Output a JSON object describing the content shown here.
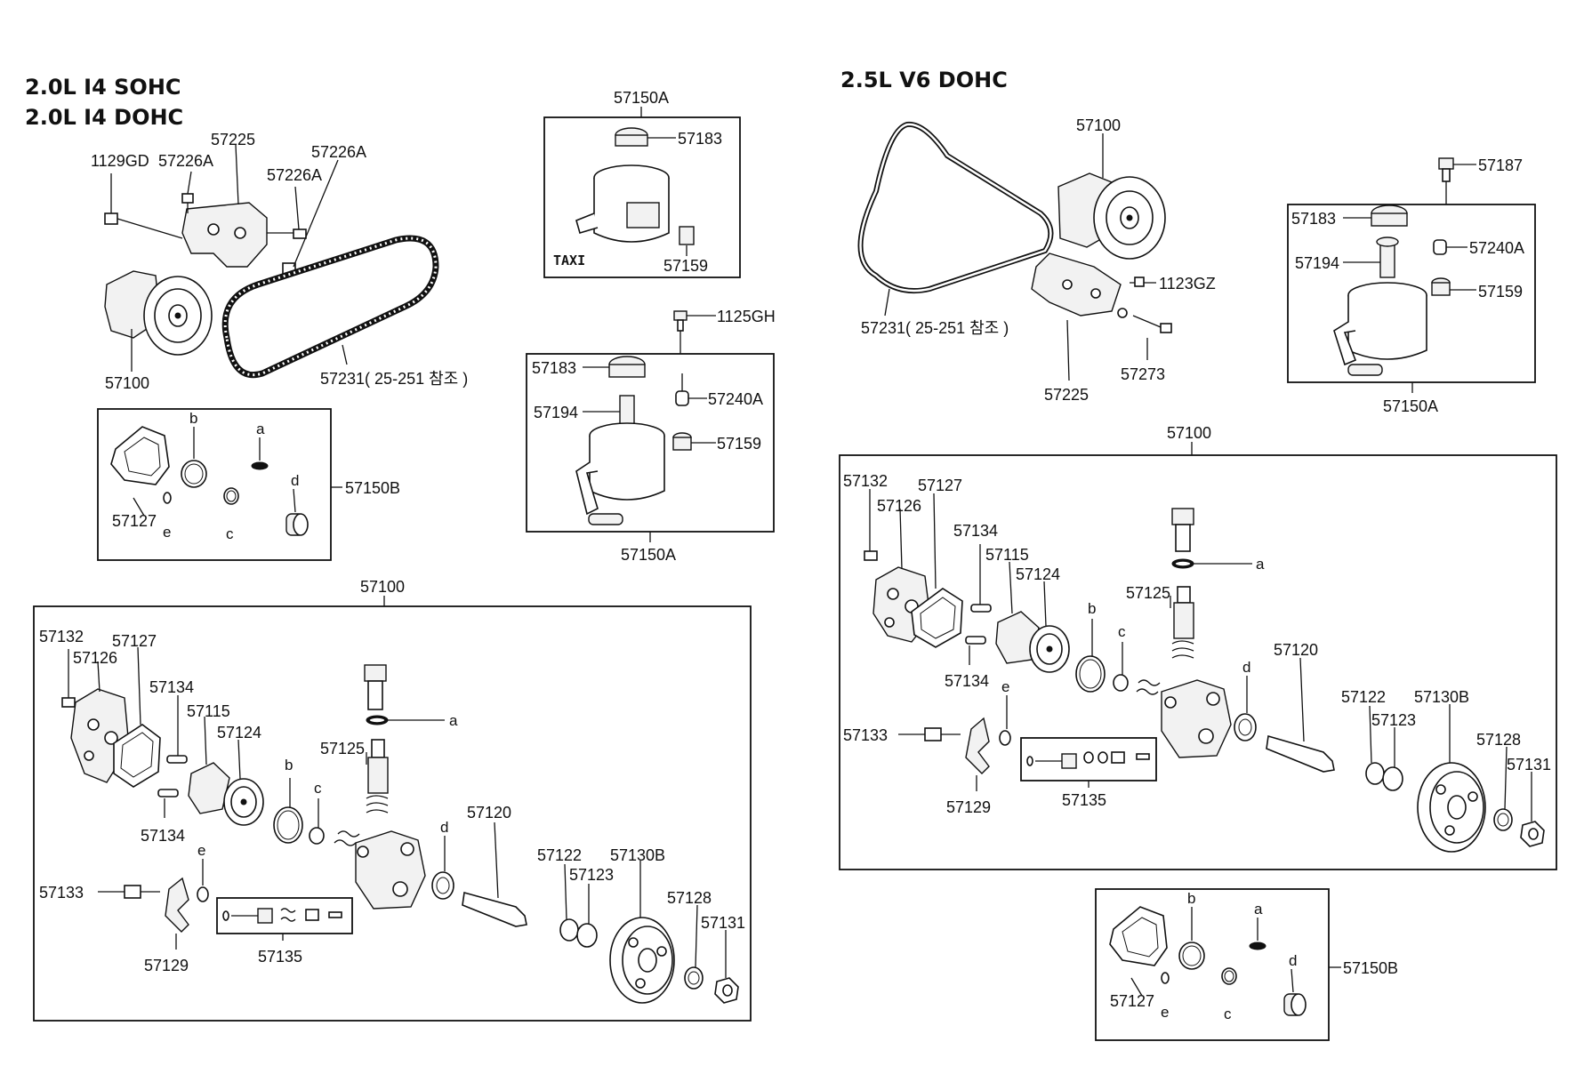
{
  "engines": {
    "left_line1": "2.0L  I4  SOHC",
    "left_line2": "2.0L  I4  DOHC",
    "right": "2.5L  V6  DOHC"
  },
  "tl_labels": {
    "l1129gd": "1129GD",
    "l57226a_1": "57226A",
    "l57225": "57225",
    "l57226a_2": "57226A",
    "l57226a_3": "57226A",
    "l57100": "57100",
    "l57231": "57231( 25-251 참조 )"
  },
  "box_57150b_left": {
    "box_label": "57150B",
    "p57127": "57127",
    "b": "b",
    "a": "a",
    "c": "c",
    "d": "d",
    "e": "e"
  },
  "taxi_box": {
    "title": "57150A",
    "p57183": "57183",
    "p57159": "57159",
    "taxi": "TAXI"
  },
  "reservoir_left": {
    "p1125gh": "1125GH",
    "p57183": "57183",
    "p57194": "57194",
    "p57240a": "57240A",
    "p57159": "57159",
    "box_label": "57150A"
  },
  "pump_left": {
    "title": "57100",
    "p57132": "57132",
    "p57127": "57127",
    "p57126": "57126",
    "p57134a": "57134",
    "p57115": "57115",
    "p57124": "57124",
    "a": "a",
    "b": "b",
    "c": "c",
    "p57125": "57125",
    "p57134b": "57134",
    "e": "e",
    "d": "d",
    "p57120": "57120",
    "p57133": "57133",
    "p57122": "57122",
    "p57130b": "57130B",
    "p57123": "57123",
    "p57128": "57128",
    "p57131": "57131",
    "p57129": "57129",
    "p57135": "57135"
  },
  "tr_labels": {
    "p57100": "57100",
    "p1123gz": "1123GZ",
    "p57231": "57231( 25-251 참조 )",
    "p57225": "57225",
    "p57273": "57273"
  },
  "reservoir_right": {
    "p57187": "57187",
    "p57183": "57183",
    "p57240a": "57240A",
    "p57194": "57194",
    "p57159": "57159",
    "box_label": "57150A"
  },
  "pump_right": {
    "title": "57100",
    "p57132": "57132",
    "p57127": "57127",
    "p57126": "57126",
    "p57134a": "57134",
    "p57115": "57115",
    "p57124": "57124",
    "a": "a",
    "p57125": "57125",
    "b": "b",
    "c": "c",
    "p57120": "57120",
    "d": "d",
    "p57134b": "57134",
    "e": "e",
    "p57122": "57122",
    "p57130b": "57130B",
    "p57123": "57123",
    "p57133": "57133",
    "p57128": "57128",
    "p57131": "57131",
    "p57129": "57129",
    "p57135": "57135"
  },
  "box_57150b_right": {
    "box_label": "57150B",
    "p57127": "57127",
    "b": "b",
    "a": "a",
    "c": "c",
    "d": "d",
    "e": "e"
  }
}
